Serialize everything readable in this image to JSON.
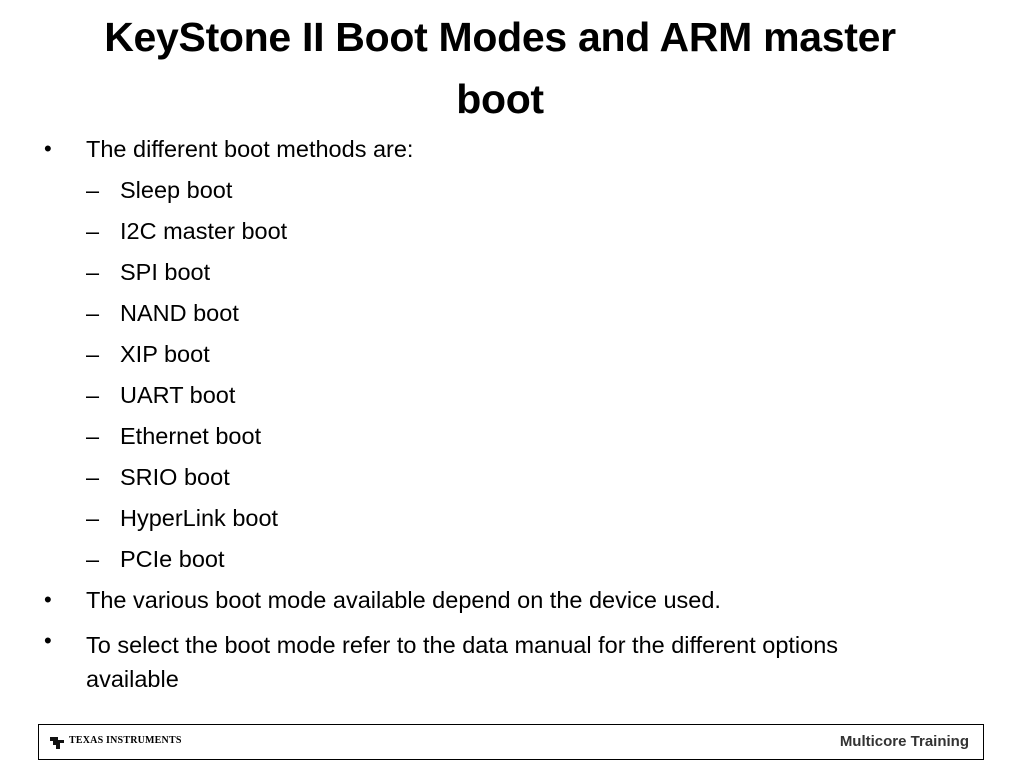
{
  "title": {
    "line1": "KeyStone II  Boot Modes and ARM master",
    "line2": "boot"
  },
  "bullets": {
    "bullet_glyph": "•",
    "dash_glyph": "–",
    "intro": "The different boot methods are:",
    "methods": [
      "Sleep boot",
      "I2C master boot",
      "SPI boot",
      "NAND boot",
      "XIP boot",
      "UART boot",
      "Ethernet boot",
      "SRIO boot",
      "HyperLink boot",
      "PCIe boot"
    ],
    "note1": "The various boot mode available depend on the device used.",
    "note2": "To select the boot mode refer to the data manual for the different options available"
  },
  "footer": {
    "logo_text": "TEXAS INSTRUMENTS",
    "right_text": "Multicore Training"
  }
}
